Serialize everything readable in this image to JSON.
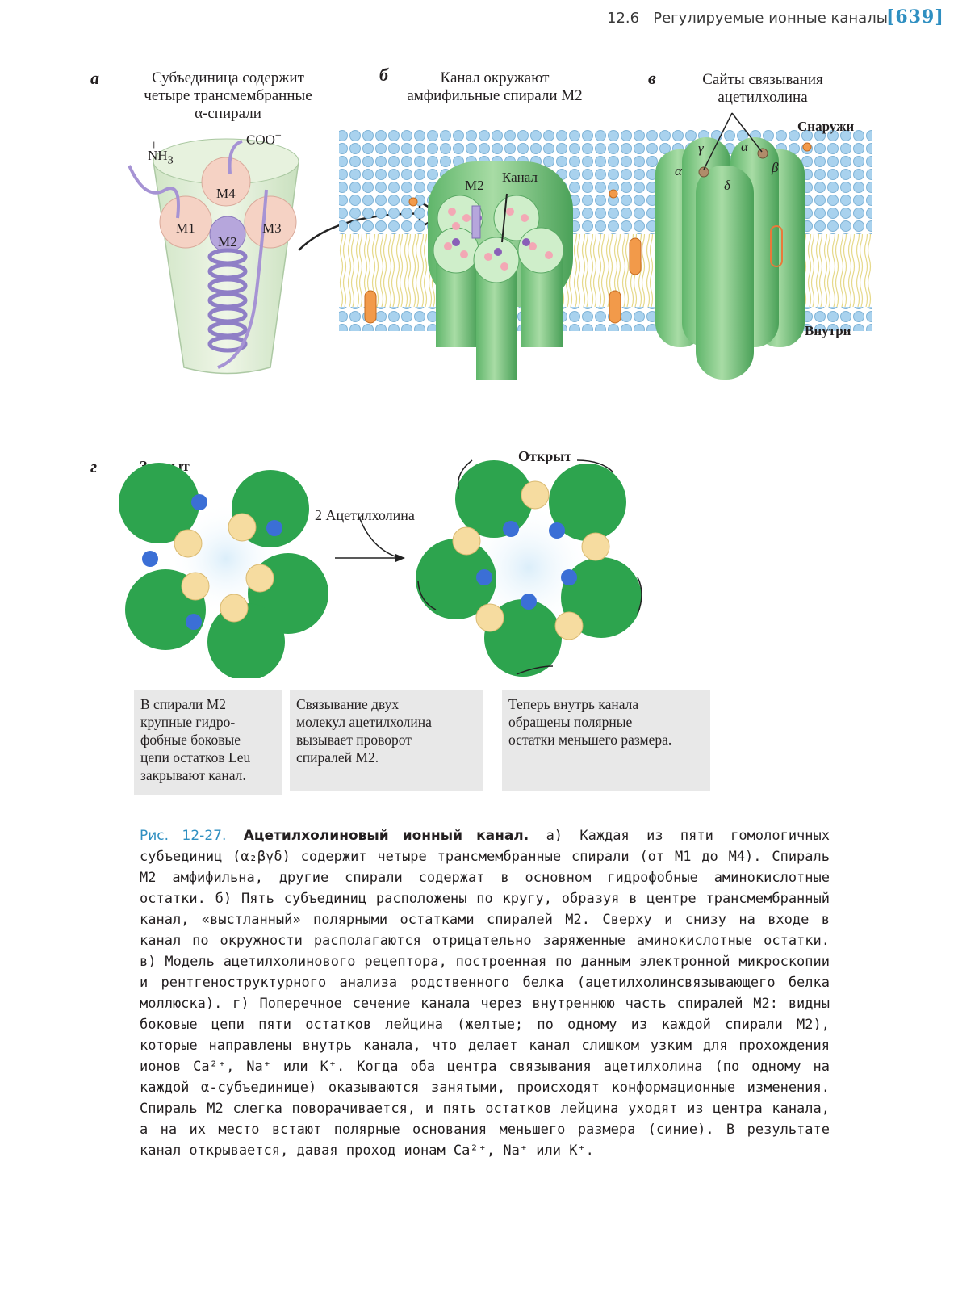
{
  "header": {
    "section": "12.6",
    "title": "Регулируемые ионные каналы",
    "page": "[639]"
  },
  "panels": {
    "a": {
      "letter": "а",
      "title": [
        "Субъединица содержит",
        "четыре трансмембранные",
        "α-спирали"
      ],
      "nh3": "NH",
      "nh3_sub": "3",
      "plus": "+",
      "coo": "COO",
      "coo_sup": "−",
      "m1": "M1",
      "m2": "M2",
      "m3": "M3",
      "m4": "M4"
    },
    "b": {
      "letter": "б",
      "title": [
        "Канал окружают",
        "амфифильные спирали M2"
      ],
      "m2": "M2",
      "channel": "Канал"
    },
    "v": {
      "letter": "в",
      "title": [
        "Сайты связывания",
        "ацетилхолина"
      ],
      "outside": "Снаружи",
      "inside": "Внутри",
      "gamma": "γ",
      "alpha1": "α",
      "alpha2": "α",
      "beta": "β",
      "delta": "δ"
    },
    "g": {
      "letter": "г",
      "closed": "Закрыт",
      "open": "Открыт",
      "ach": "2 Ацетилхолина",
      "box1": [
        "В спирали M2",
        "крупные гидро-",
        "фобные боковые",
        "цепи остатков Leu",
        "закрывают канал."
      ],
      "box2": [
        "Связывание двух",
        "молекул ацетилхолина",
        "вызывает проворот",
        "спиралей M2."
      ],
      "box3": [
        "Теперь внутрь канала",
        "обращены полярные",
        "остатки меньшего размера."
      ]
    }
  },
  "caption": {
    "fig": "Рис. 12-27.",
    "title": "Ацетилхолиновый ионный канал.",
    "text": "а) Каждая из пяти гомологичных субъединиц (α₂βγδ) содержит четыре трансмембранные спирали (от M1 до M4). Спираль M2 амфифильна, другие спирали содержат в основном гидрофобные аминокислотные остатки. б) Пять субъединиц расположены по кругу, образуя в центре трансмембранный канал, «выстланный» полярными остатками спиралей M2. Сверху и снизу на входе в канал по окружности располагаются отрицательно заряженные аминокислотные остатки. в) Модель ацетилхолинового рецептора, построенная по данным электронной микроскопии и рентгеноструктурного анализа родственного белка (ацетилхолинсвязывающего белка моллюска). г) Поперечное сечение канала через внутреннюю часть спиралей M2: видны боковые цепи пяти остатков лейцина (желтые; по одному из каждой спирали M2), которые направлены внутрь канала, что делает канал слишком узким для прохождения ионов Ca²⁺, Na⁺ или K⁺. Когда оба центра связывания ацетилхолина (по одному на каждой α-субъединице) оказываются занятыми, происходят конформационные изменения. Спираль M2 слегка поворачивается, и пять остатков лейцина уходят из центра канала, а на их место встают полярные основания меньшего размера (синие). В результате канал открывается, давая проход ионам Ca²⁺, Na⁺ или K⁺."
  }
}
